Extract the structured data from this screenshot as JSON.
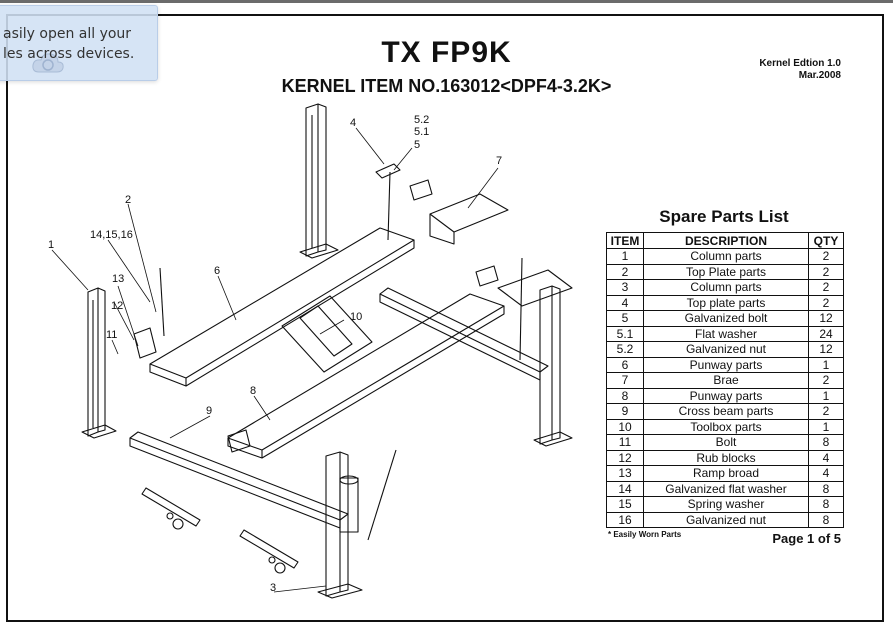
{
  "toast": {
    "line1": "asily open all your",
    "line2": "les across devices."
  },
  "document": {
    "title": "TX FP9K",
    "subtitle": "KERNEL ITEM NO.163012<DPF4-3.2K>",
    "edition_line1": "Kernel Edtion 1.0",
    "edition_line2": "Mar.2008",
    "spare_parts_title": "Spare Parts List",
    "worn_note": "* Easily Worn Parts",
    "page_label": "Page 1 of 5"
  },
  "parts_table": {
    "headers": {
      "item": "ITEM",
      "description": "DESCRIPTION",
      "qty": "QTY"
    },
    "rows": [
      {
        "item": "1",
        "description": "Column parts",
        "qty": "2"
      },
      {
        "item": "2",
        "description": "Top Plate parts",
        "qty": "2"
      },
      {
        "item": "3",
        "description": "Column parts",
        "qty": "2"
      },
      {
        "item": "4",
        "description": "Top plate parts",
        "qty": "2"
      },
      {
        "item": "5",
        "description": "Galvanized bolt",
        "qty": "12"
      },
      {
        "item": "5.1",
        "description": "Flat washer",
        "qty": "24"
      },
      {
        "item": "5.2",
        "description": "Galvanized nut",
        "qty": "12"
      },
      {
        "item": "6",
        "description": "Punway parts",
        "qty": "1"
      },
      {
        "item": "7",
        "description": "Brae",
        "qty": "2"
      },
      {
        "item": "8",
        "description": "Punway parts",
        "qty": "1"
      },
      {
        "item": "9",
        "description": "Cross beam parts",
        "qty": "2"
      },
      {
        "item": "10",
        "description": "Toolbox parts",
        "qty": "1"
      },
      {
        "item": "11",
        "description": "Bolt",
        "qty": "8"
      },
      {
        "item": "12",
        "description": "Rub blocks",
        "qty": "4"
      },
      {
        "item": "13",
        "description": "Ramp broad",
        "qty": "4"
      },
      {
        "item": "14",
        "description": "Galvanized flat washer",
        "qty": "8"
      },
      {
        "item": "15",
        "description": "Spring washer",
        "qty": "8"
      },
      {
        "item": "16",
        "description": "Galvanized nut",
        "qty": "8"
      }
    ]
  },
  "callouts": {
    "c1": "1",
    "c2": "2",
    "c3": "3",
    "c4": "4",
    "c5": "5",
    "c51": "5.1",
    "c52": "5.2",
    "c6": "6",
    "c7": "7",
    "c8": "8",
    "c9": "9",
    "c10": "10",
    "c11": "11",
    "c12": "12",
    "c13": "13",
    "c141516": "14,15,16"
  }
}
